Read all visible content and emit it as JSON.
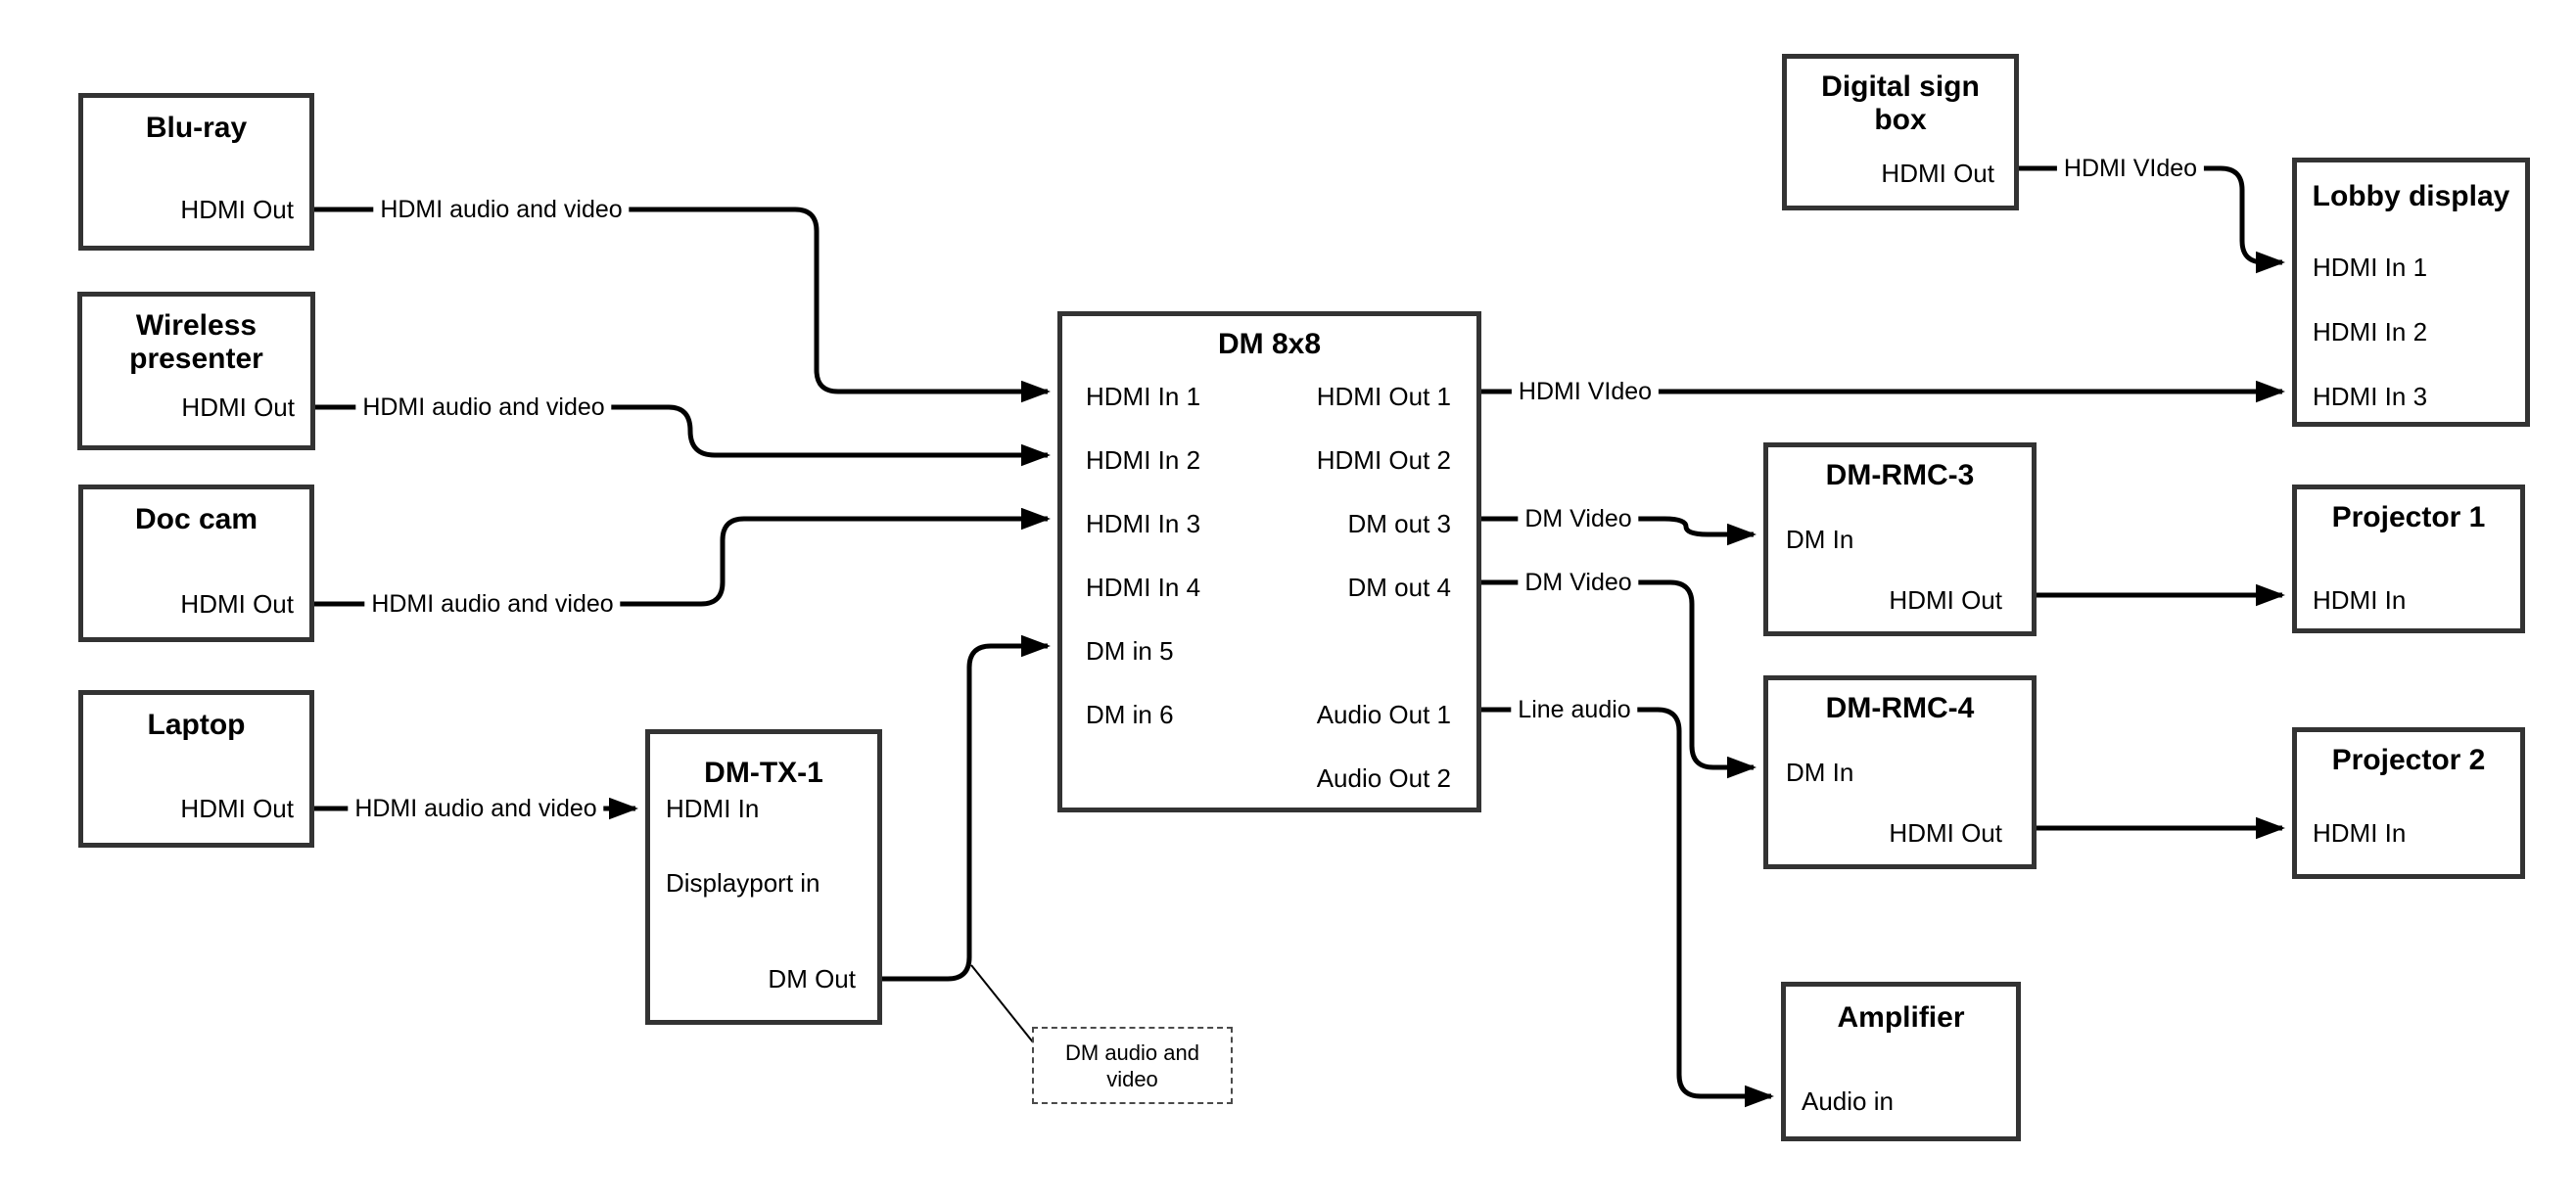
{
  "diagram": {
    "colors": {
      "line": "#000000",
      "box_border": "#333333",
      "text": "#000000",
      "background": "#ffffff"
    },
    "nodes": {
      "bluray": {
        "title": "Blu-ray",
        "ports": {
          "hdmi_out": "HDMI Out"
        }
      },
      "wireless": {
        "title": "Wireless presenter",
        "ports": {
          "hdmi_out": "HDMI Out"
        }
      },
      "doccam": {
        "title": "Doc cam",
        "ports": {
          "hdmi_out": "HDMI Out"
        }
      },
      "laptop": {
        "title": "Laptop",
        "ports": {
          "hdmi_out": "HDMI Out"
        }
      },
      "dmtx1": {
        "title": "DM-TX-1",
        "ports": {
          "hdmi_in": "HDMI In",
          "displayport_in": "Displayport in",
          "dm_out": "DM Out"
        }
      },
      "dm8x8": {
        "title": "DM 8x8",
        "ports": {
          "in1": "HDMI In 1",
          "in2": "HDMI In 2",
          "in3": "HDMI In 3",
          "in4": "HDMI In 4",
          "in5": "DM in 5",
          "in6": "DM in 6",
          "out1": "HDMI Out 1",
          "out2": "HDMI Out 2",
          "out3": "DM out 3",
          "out4": "DM out 4",
          "audio_out1": "Audio Out 1",
          "audio_out2": "Audio Out 2"
        }
      },
      "digitalsign": {
        "title": "Digital sign box",
        "ports": {
          "hdmi_out": "HDMI Out"
        }
      },
      "lobby": {
        "title": "Lobby display",
        "ports": {
          "hdmi_in1": "HDMI In 1",
          "hdmi_in2": "HDMI In 2",
          "hdmi_in3": "HDMI In 3"
        }
      },
      "dmrmc3": {
        "title": "DM-RMC-3",
        "ports": {
          "dm_in": "DM In",
          "hdmi_out": "HDMI Out"
        }
      },
      "proj1": {
        "title": "Projector 1",
        "ports": {
          "hdmi_in": "HDMI In"
        }
      },
      "dmrmc4": {
        "title": "DM-RMC-4",
        "ports": {
          "dm_in": "DM In",
          "hdmi_out": "HDMI Out"
        }
      },
      "proj2": {
        "title": "Projector 2",
        "ports": {
          "hdmi_in": "HDMI In"
        }
      },
      "amplifier": {
        "title": "Amplifier",
        "ports": {
          "audio_in": "Audio in"
        }
      }
    },
    "edge_labels": {
      "bluray": "HDMI audio and video",
      "wireless": "HDMI audio and video",
      "doccam": "HDMI audio and video",
      "laptop": "HDMI audio and video",
      "hdmi_out1": "HDMI VIdeo",
      "digital_sign": "HDMI VIdeo",
      "dm_out3": "DM Video",
      "dm_out4": "DM Video",
      "audio_out1": "Line audio"
    },
    "callout": "DM audio and video",
    "connections": [
      {
        "from": "Blu-ray HDMI Out",
        "to": "DM 8x8 HDMI In 1",
        "label": "HDMI audio and video"
      },
      {
        "from": "Wireless presenter HDMI Out",
        "to": "DM 8x8 HDMI In 2",
        "label": "HDMI audio and video"
      },
      {
        "from": "Doc cam HDMI Out",
        "to": "DM 8x8 HDMI In 3",
        "label": "HDMI audio and video"
      },
      {
        "from": "Laptop HDMI Out",
        "to": "DM-TX-1 HDMI In",
        "label": "HDMI audio and video"
      },
      {
        "from": "DM-TX-1 DM Out",
        "to": "DM 8x8 DM in 5",
        "label": "DM audio and video (callout)"
      },
      {
        "from": "DM 8x8 HDMI Out 1",
        "to": "Lobby display HDMI In 3",
        "label": "HDMI VIdeo"
      },
      {
        "from": "Digital sign box HDMI Out",
        "to": "Lobby display HDMI In 1",
        "label": "HDMI VIdeo"
      },
      {
        "from": "DM 8x8 DM out 3",
        "to": "DM-RMC-3 DM In",
        "label": "DM Video"
      },
      {
        "from": "DM 8x8 DM out 4",
        "to": "DM-RMC-4 DM In",
        "label": "DM Video"
      },
      {
        "from": "DM 8x8 Audio Out 1",
        "to": "Amplifier Audio in",
        "label": "Line audio"
      },
      {
        "from": "DM-RMC-3 HDMI Out",
        "to": "Projector 1 HDMI In",
        "label": ""
      },
      {
        "from": "DM-RMC-4 HDMI Out",
        "to": "Projector 2 HDMI In",
        "label": ""
      }
    ]
  }
}
